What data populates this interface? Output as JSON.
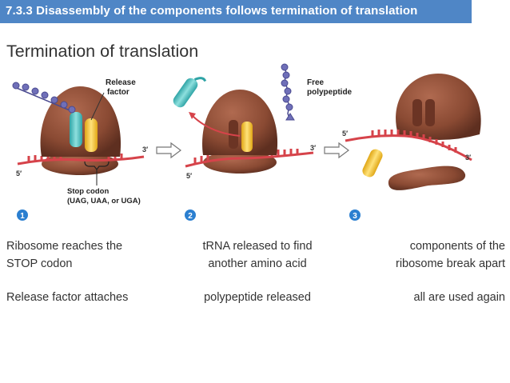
{
  "banner": {
    "title": "7.3.3 Disassembly of the components follows termination of translation"
  },
  "heading": "Termination of translation",
  "colors": {
    "banner": "#4f86c6",
    "ribosome": "#8a4a33",
    "mrna": "#d6434a",
    "release_factor": "#f2c230",
    "trna": "#5fc6c6",
    "chain": "#6f6fb8",
    "step_number": "#2b7fd0"
  },
  "figure": {
    "release_factor_label": [
      "Release",
      "factor"
    ],
    "stop_codon_label": [
      "Stop codon",
      "(UAG, UAA, or UGA)"
    ],
    "free_polypeptide_label": [
      "Free",
      "polypeptide"
    ],
    "three_prime": "3′",
    "five_prime": "5′",
    "step_numbers": [
      "1",
      "2",
      "3"
    ]
  },
  "captions": [
    {
      "line1": [
        "Ribosome reaches the",
        "STOP codon"
      ],
      "line2": "Release factor attaches"
    },
    {
      "line1": [
        "tRNA released to find",
        "another amino acid"
      ],
      "line2": "polypeptide released"
    },
    {
      "line1": [
        "components of the",
        "ribosome break apart"
      ],
      "line2": "all are used again"
    }
  ]
}
